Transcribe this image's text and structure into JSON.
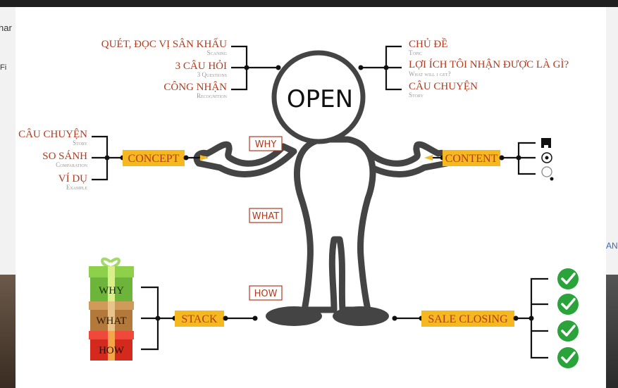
{
  "background": {
    "left_fragments": [
      "har",
      "Fi"
    ],
    "right_fragment": "AN"
  },
  "diagram": {
    "head_label": "OPEN",
    "open_left": [
      {
        "title": "QUÉT, ĐỌC VỊ SÂN KHẤU",
        "sub": "Scaning"
      },
      {
        "title": "3 CÂU HỎI",
        "sub": "3 Questions"
      },
      {
        "title": "CÔNG NHẬN",
        "sub": "Recognition"
      }
    ],
    "open_right": [
      {
        "title": "CHỦ ĐỀ",
        "sub": "Topic"
      },
      {
        "title": "LỢI ÍCH TÔI NHẬN ĐƯỢC LÀ GÌ?",
        "sub": "What will i get?"
      },
      {
        "title": "CÂU CHUYỆN",
        "sub": "Story"
      }
    ],
    "concept": {
      "label": "CONCEPT",
      "items": [
        {
          "title": "CÂU CHUYỆN",
          "sub": "Story"
        },
        {
          "title": "SO SÁNH",
          "sub": "Comparation"
        },
        {
          "title": "VÍ DỤ",
          "sub": "Example"
        }
      ]
    },
    "content": {
      "label": "CONTENT",
      "icons": [
        "square-icon",
        "dot-circle-icon",
        "circle-icon"
      ]
    },
    "why_label": "WHY",
    "what_label": "WHAT",
    "how_label": "HOW",
    "stack": {
      "label": "STACK",
      "gifts": [
        "WHY",
        "WHAT",
        "HOW"
      ]
    },
    "sale_closing": {
      "label": "SALE CLOSING",
      "check_count": 4
    },
    "colors": {
      "accent": "#f5b820",
      "text_red": "#b33a1e",
      "figure": "#444444",
      "check_green": "#2aa33a",
      "gift_green": "#7dc242",
      "gift_brown": "#c08a4a",
      "gift_red": "#e03a2a"
    }
  }
}
